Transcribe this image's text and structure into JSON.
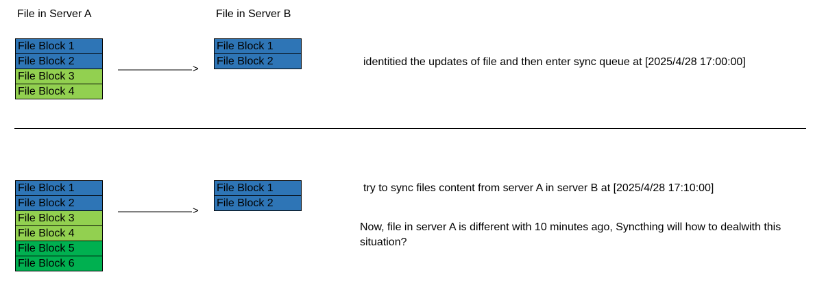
{
  "headers": {
    "server_a": "File in Server A",
    "server_b": "File in Server B"
  },
  "colors": {
    "unchanged_block": "#2E75B6",
    "updated_block": "#92D050",
    "new_block": "#00B050"
  },
  "top": {
    "server_a_blocks": [
      {
        "label": "File Block 1",
        "color": "#2E75B6"
      },
      {
        "label": "File Block 2",
        "color": "#2E75B6"
      },
      {
        "label": "File Block 3",
        "color": "#92D050"
      },
      {
        "label": "File Block 4",
        "color": "#92D050"
      }
    ],
    "server_b_blocks": [
      {
        "label": "File Block 1",
        "color": "#2E75B6"
      },
      {
        "label": "File Block 2",
        "color": "#2E75B6"
      }
    ],
    "arrow_label": ">",
    "note": "identitied the updates of file and then enter sync queue at [2025/4/28  17:00:00]"
  },
  "bottom": {
    "server_a_blocks": [
      {
        "label": "File Block 1",
        "color": "#2E75B6"
      },
      {
        "label": "File Block 2",
        "color": "#2E75B6"
      },
      {
        "label": "File Block 3",
        "color": "#92D050"
      },
      {
        "label": "File Block 4",
        "color": "#92D050"
      },
      {
        "label": "File Block 5",
        "color": "#00B050"
      },
      {
        "label": "File Block 6",
        "color": "#00B050"
      }
    ],
    "server_b_blocks": [
      {
        "label": "File Block 1",
        "color": "#2E75B6"
      },
      {
        "label": "File Block 2",
        "color": "#2E75B6"
      }
    ],
    "arrow_label": ">",
    "note": "try to sync files content from server A in server B at [2025/4/28  17:10:00]",
    "question": "Now, file in server A is different with 10 minutes ago, Syncthing will how to dealwith this situation?"
  }
}
